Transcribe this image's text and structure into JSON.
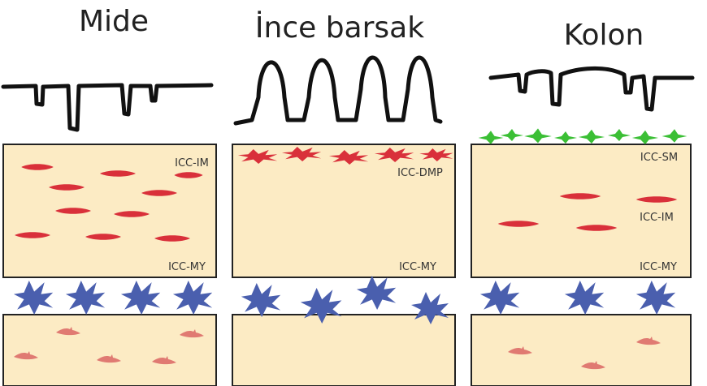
{
  "columns": [
    {
      "title": "Mide",
      "upper_labels": [
        "ICC-IM",
        "ICC-MY"
      ]
    },
    {
      "title": "İnce barsak",
      "upper_labels": [
        "ICC-DMP",
        "ICC-MY"
      ]
    },
    {
      "title": "Kolon",
      "upper_labels": [
        "ICC-SM",
        "ICC-IM",
        "ICC-MY"
      ]
    }
  ],
  "colors": {
    "box_fill": "#fcebc4",
    "red_cell": "#d9303a",
    "pink_cell": "#e07a72",
    "blue_cell": "#4a5fae",
    "green_cell": "#3bbf35",
    "trace": "#111111"
  }
}
